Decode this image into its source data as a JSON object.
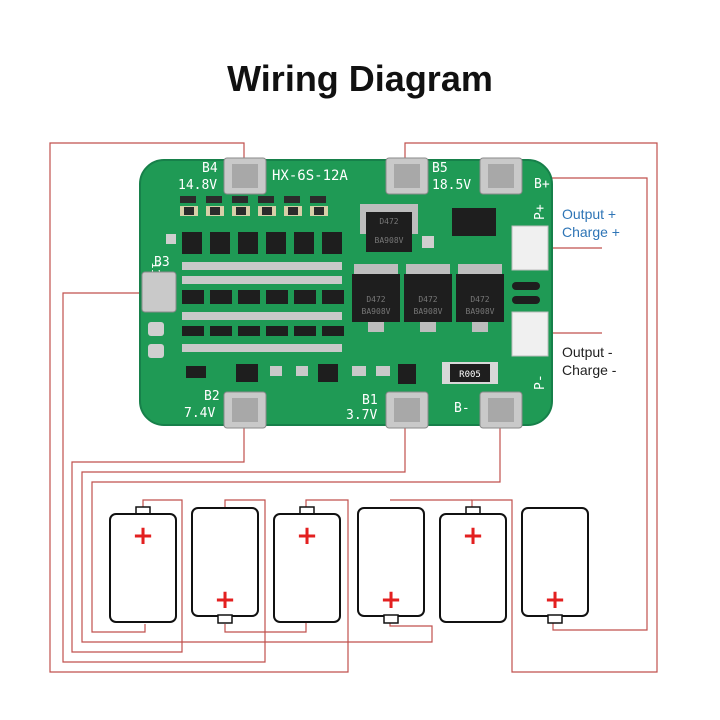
{
  "title": "Wiring Diagram",
  "board": {
    "model": "HX-6S-12A",
    "side_label": "11.1V",
    "pads": {
      "b4": {
        "name": "B4",
        "voltage": "14.8V"
      },
      "b5": {
        "name": "B5",
        "voltage": "18.5V"
      },
      "b3": {
        "name": "B3"
      },
      "b2": {
        "name": "B2",
        "voltage": "7.4V"
      },
      "b1": {
        "name": "B1",
        "voltage": "3.7V"
      },
      "bminus": {
        "name": "B-"
      },
      "pplus": {
        "name": "P+"
      },
      "pminus": {
        "name": "P-"
      }
    },
    "chips": {
      "d472": "D472",
      "ba908v": "BA908V",
      "r005": "R005"
    }
  },
  "outputs": {
    "positive": [
      "Output +",
      "Charge +"
    ],
    "negative": [
      "Output -",
      "Charge -"
    ]
  },
  "battery_plus_symbol": "+",
  "colors": {
    "board": "#1f9a55",
    "board_edge": "#17804a",
    "wire": "#c0504d",
    "accent_blue": "#2e75b6",
    "plus": "#e32020"
  }
}
